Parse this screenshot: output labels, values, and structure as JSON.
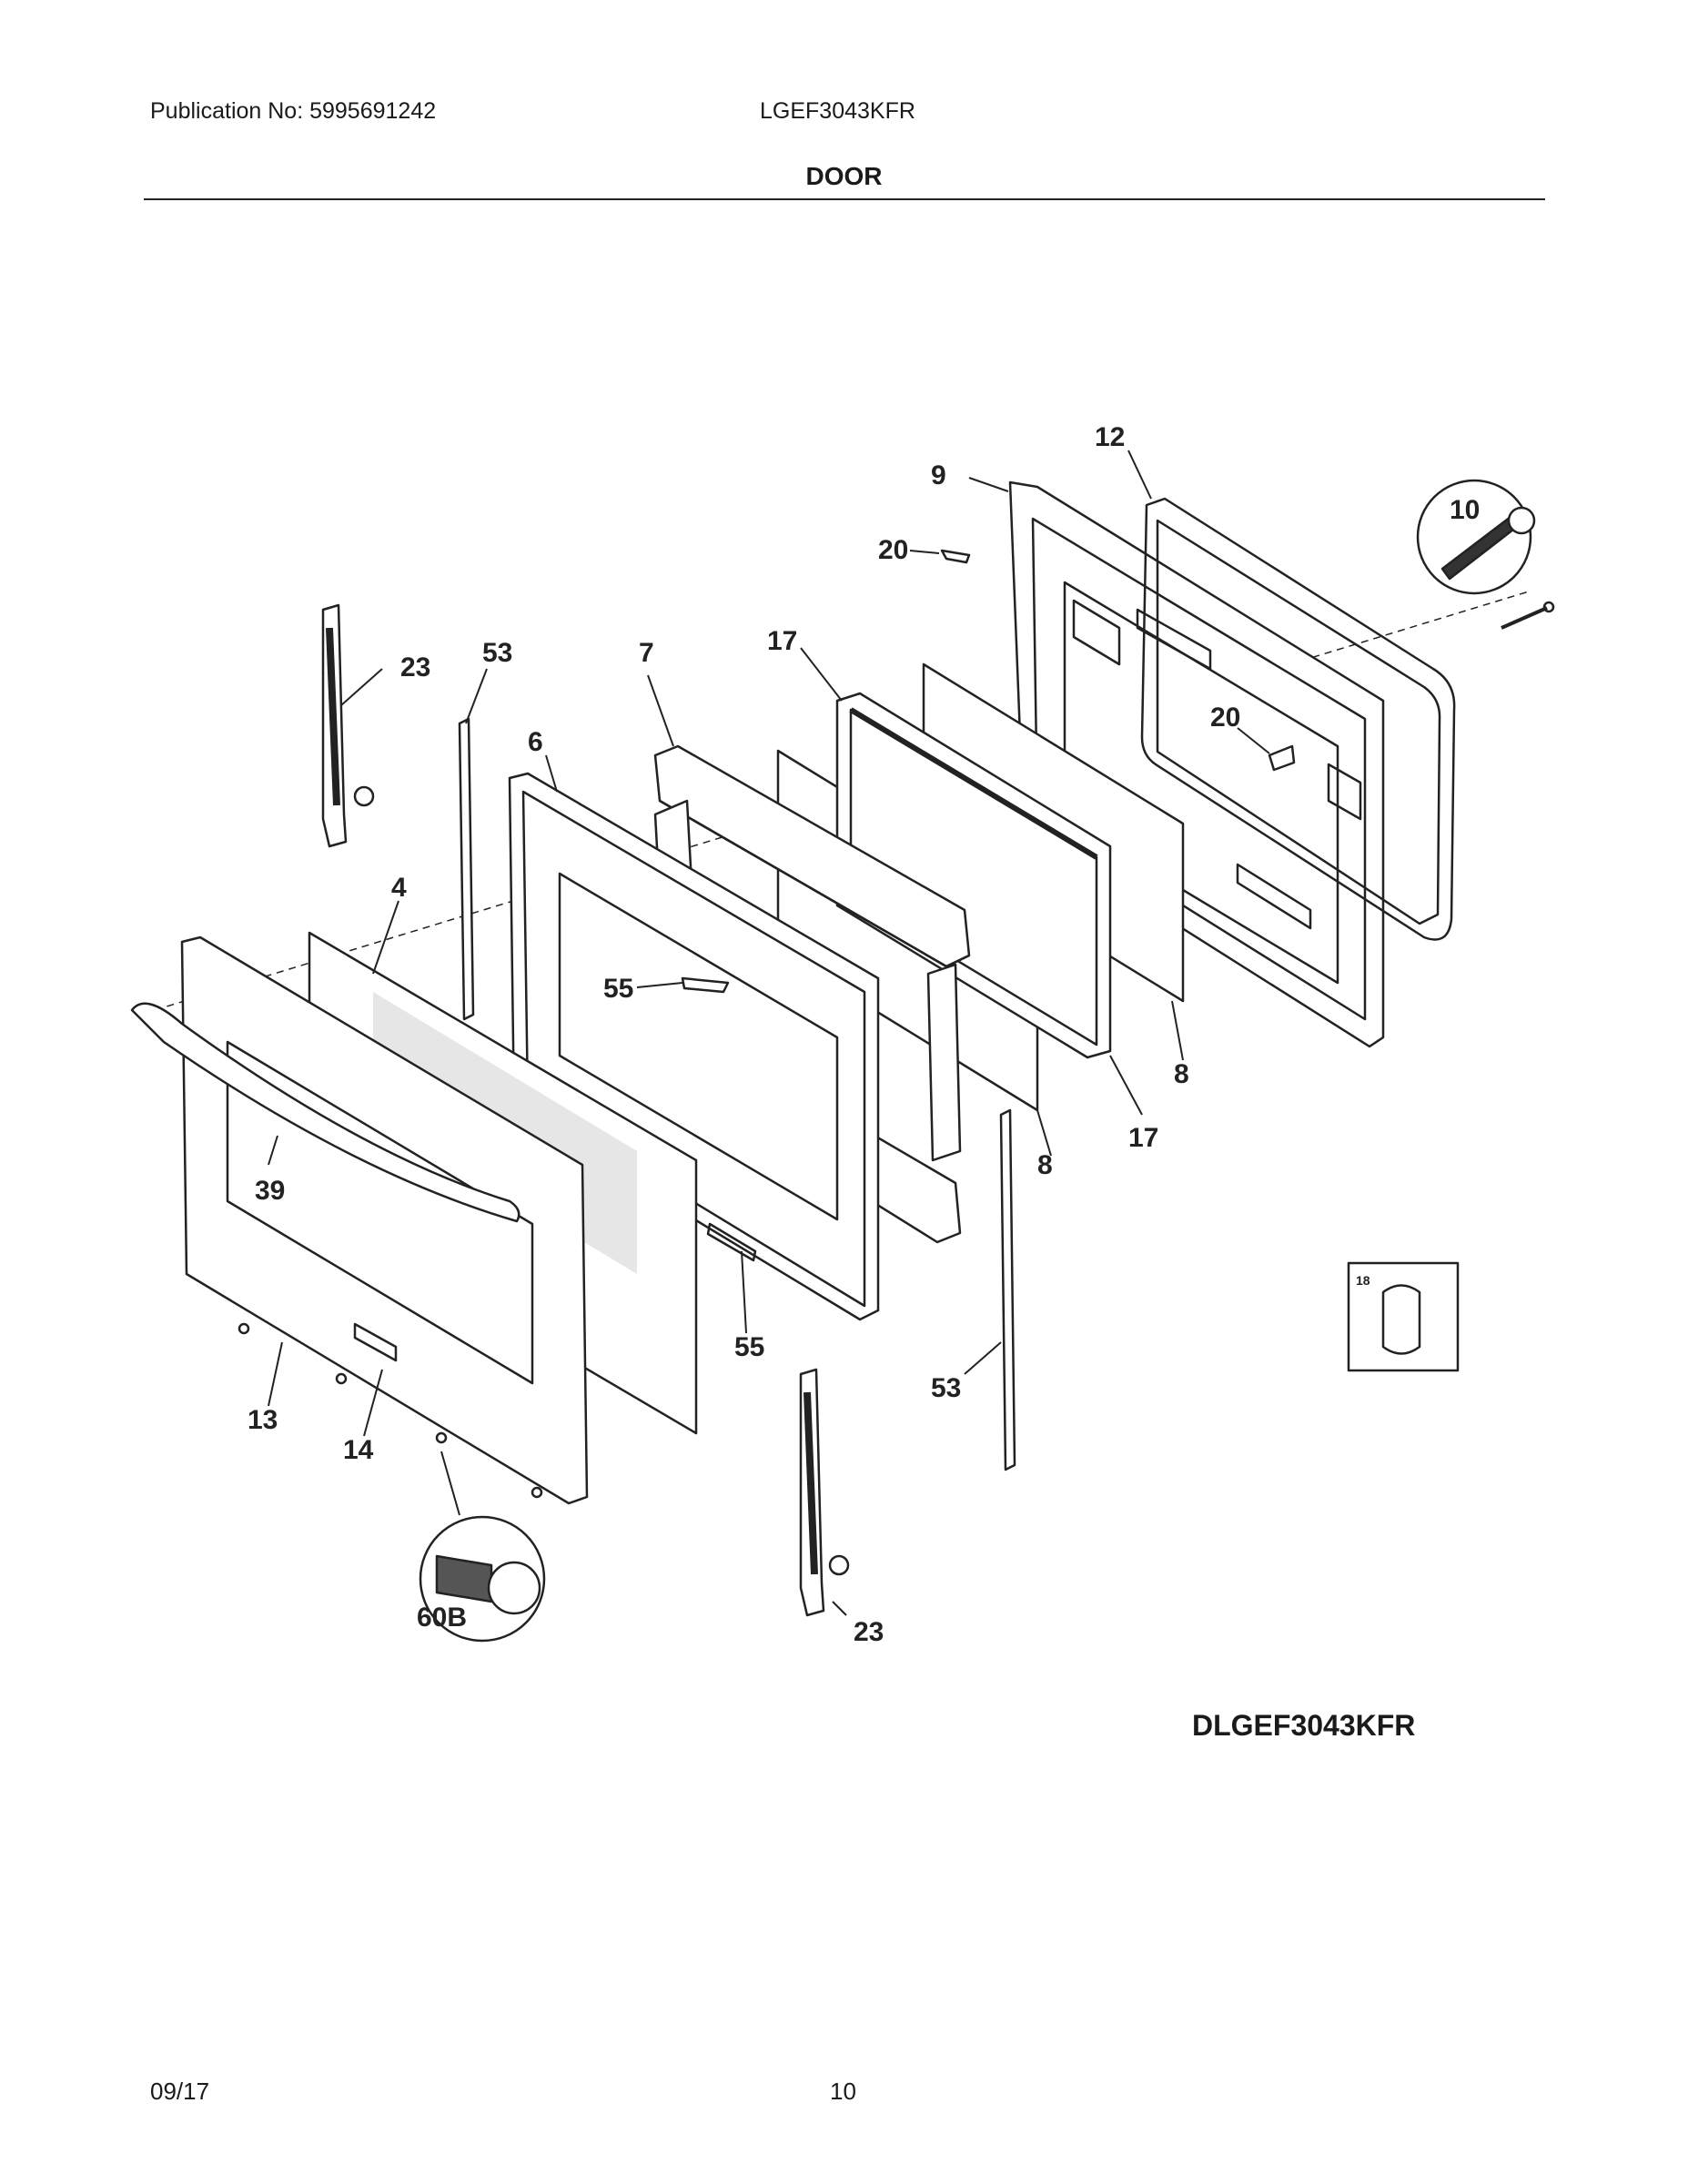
{
  "header": {
    "publication": "Publication No:  5995691242",
    "model": "LGEF3043KFR",
    "section_title": "DOOR"
  },
  "callouts": {
    "c9": "9",
    "c12": "12",
    "c10": "10",
    "c20a": "20",
    "c20b": "20",
    "c23a": "23",
    "c23b": "23",
    "c53a": "53",
    "c53b": "53",
    "c7": "7",
    "c17a": "17",
    "c17b": "17",
    "c6": "6",
    "c4": "4",
    "c55a": "55",
    "c55b": "55",
    "c8a": "8",
    "c8b": "8",
    "c39": "39",
    "c13": "13",
    "c14": "14",
    "c60b": "60B",
    "c18": "18"
  },
  "diagram_id": "DLGEF3043KFR",
  "footer": {
    "date": "09/17",
    "page": "10"
  }
}
